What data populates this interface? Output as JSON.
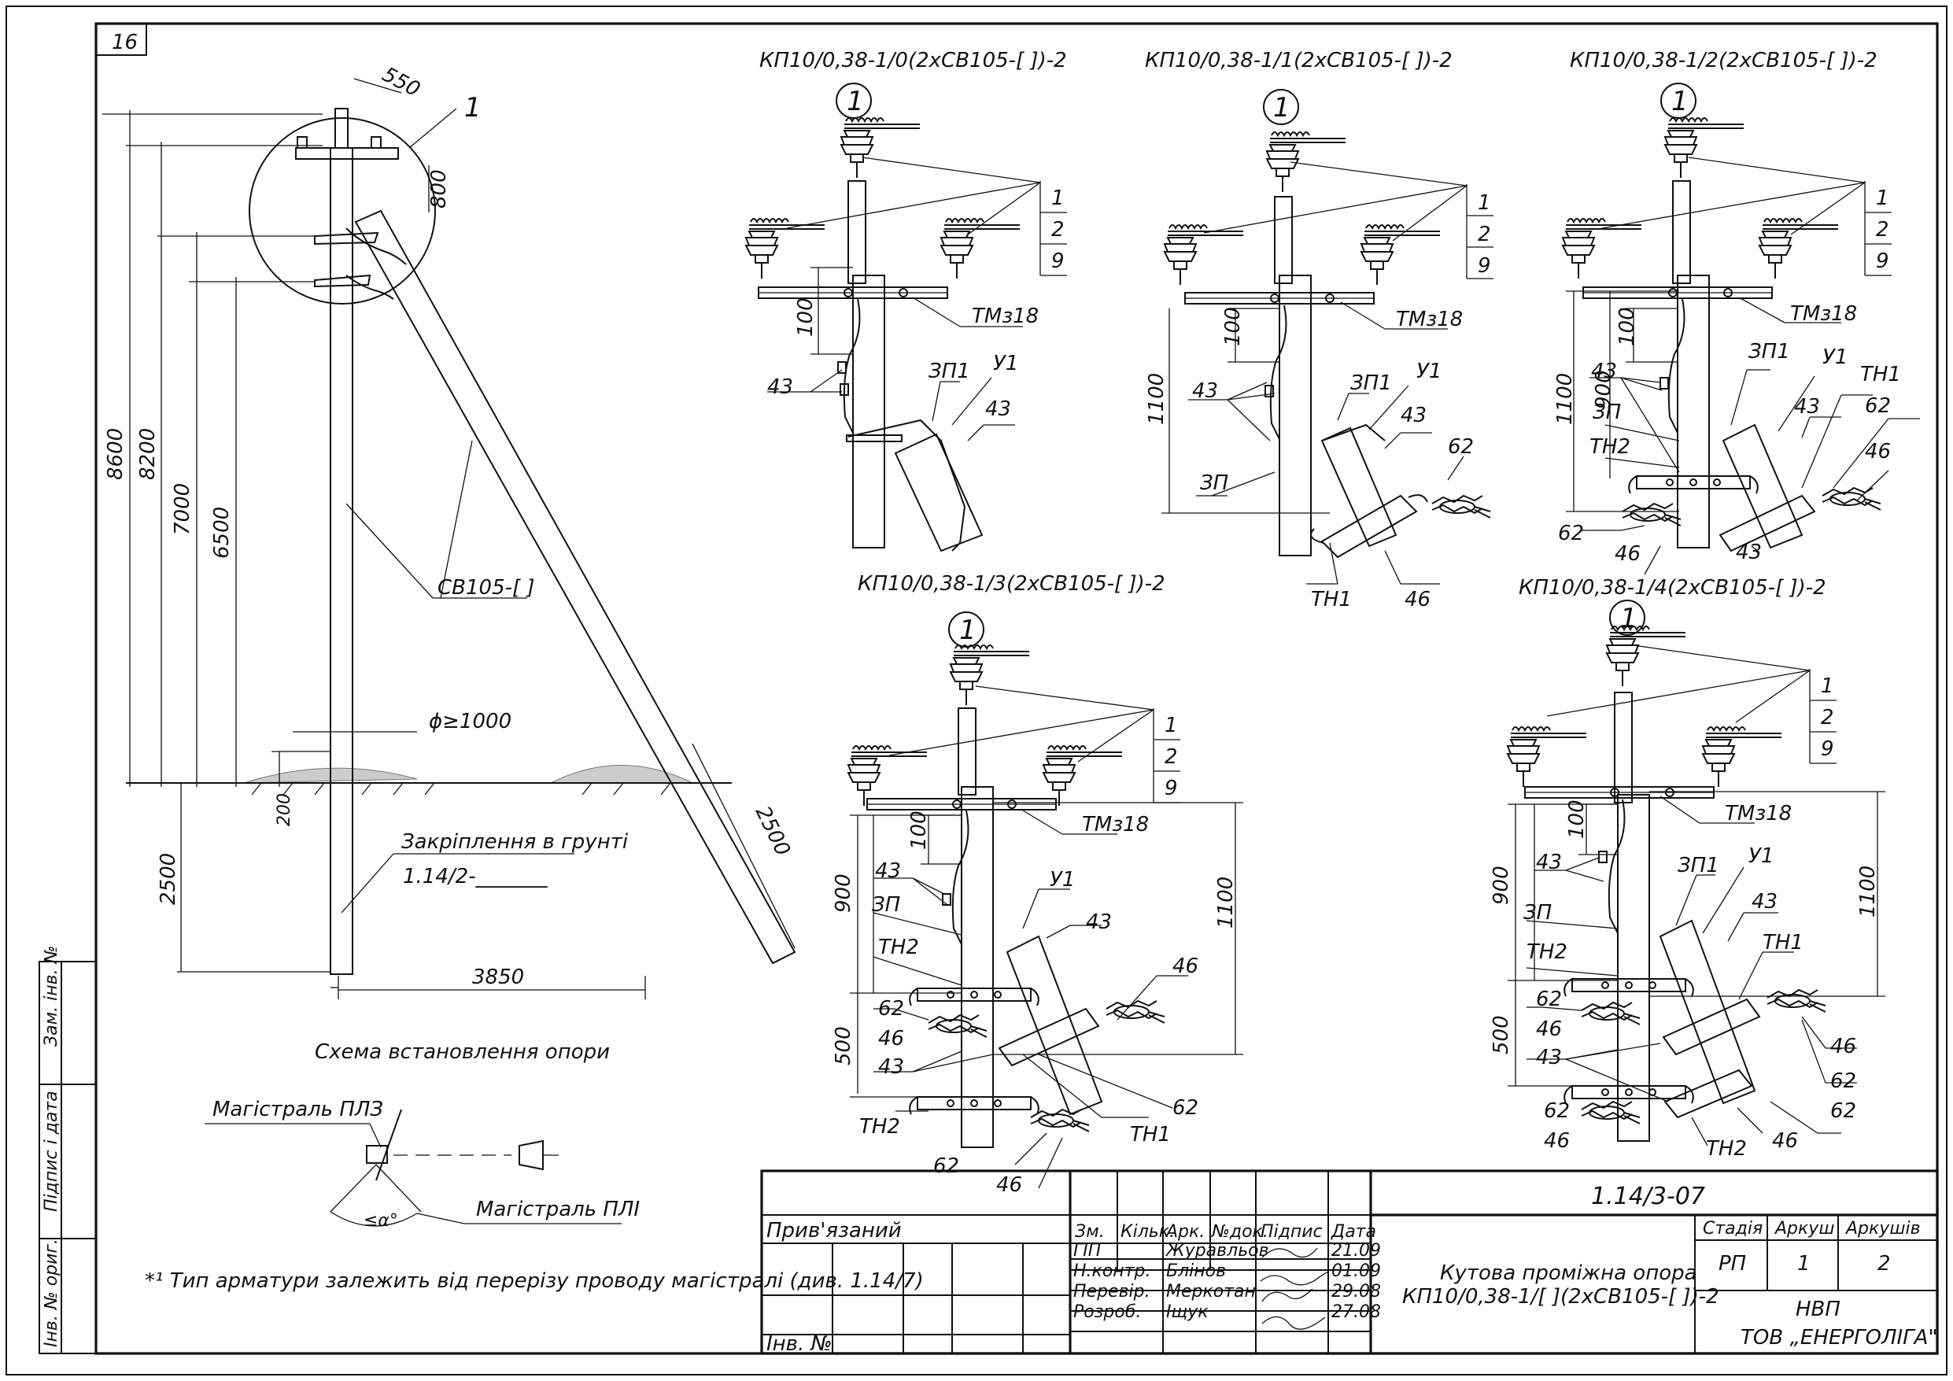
{
  "sheet": {
    "number": "16"
  },
  "variants": [
    {
      "title": "КП10/0,38-1/0(2хСВ105-[ ])-2"
    },
    {
      "title": "КП10/0,38-1/1(2хСВ105-[ ])-2"
    },
    {
      "title": "КП10/0,38-1/2(2хСВ105-[ ])-2"
    },
    {
      "title": "КП10/0,38-1/3(2хСВ105-[ ])-2"
    },
    {
      "title": "КП10/0,38-1/4(2хСВ105-[ ])-2"
    }
  ],
  "node_ref": "1",
  "labels": {
    "pos1": "1",
    "pos2": "2",
    "pos9": "9",
    "pos43": "43",
    "pos46": "46",
    "pos62": "62",
    "tmz18": "ТМз18",
    "zp1": "ЗП1",
    "u1": "У1",
    "zp": "ЗП",
    "tn1": "ТН1",
    "tn2": "ТН2"
  },
  "dims": {
    "d550": "550",
    "d800": "800",
    "d8600": "8600",
    "d8200": "8200",
    "d7000": "7000",
    "d6500": "6500",
    "d200": "200",
    "d2500": "2500",
    "d2500b": "2500",
    "d3850": "3850",
    "dphi": "ϕ≥1000",
    "d100": "100",
    "d1100": "1100",
    "d900": "900",
    "d500": "500"
  },
  "main": {
    "pole_label": "СВ105-[   ]",
    "ground_fixing": "Закріплення в грунті",
    "ground_code": "1.14/2-_______",
    "scheme_caption": "Схема встановлення опори",
    "line_pl3": "Магістраль ПЛЗ",
    "line_pli": "Магістраль ПЛІ",
    "angle": "≤α°",
    "footnote": "*¹ Тип арматури залежить від перерізу проводу магістралі (див. 1.14/7)"
  },
  "side_stamp": [
    "Зам. інв. №",
    "Підпис і дата",
    "Інв. № ориг."
  ],
  "title_block": {
    "doc_code": "1.14/3-07",
    "attached": "Прив'язаний",
    "inv": "Інв. №",
    "headers": [
      "Зм.",
      "Кільк.",
      "Арк.",
      "№док.",
      "Підпис",
      "Дата"
    ],
    "rows": [
      {
        "role": "ГІП",
        "name": "Журавльов",
        "date": "21.09"
      },
      {
        "role": "Н.контр.",
        "name": "Блінов",
        "date": "01.09"
      },
      {
        "role": "Перевір.",
        "name": "Меркотан",
        "date": "29.08"
      },
      {
        "role": "Розроб.",
        "name": "Іщук",
        "date": "27.08"
      }
    ],
    "description_line1": "Кутова проміжна опора",
    "description_line2": "КП10/0,38-1/[ ](2хСВ105-[ ])-2",
    "stage_header": "Стадія",
    "sheet_header": "Аркуш",
    "sheets_header": "Аркушів",
    "stage": "РП",
    "sheet": "1",
    "sheets": "2",
    "org_line1": "НВП",
    "org_line2": "ТОВ „ЕНЕРГОЛІГА\""
  }
}
